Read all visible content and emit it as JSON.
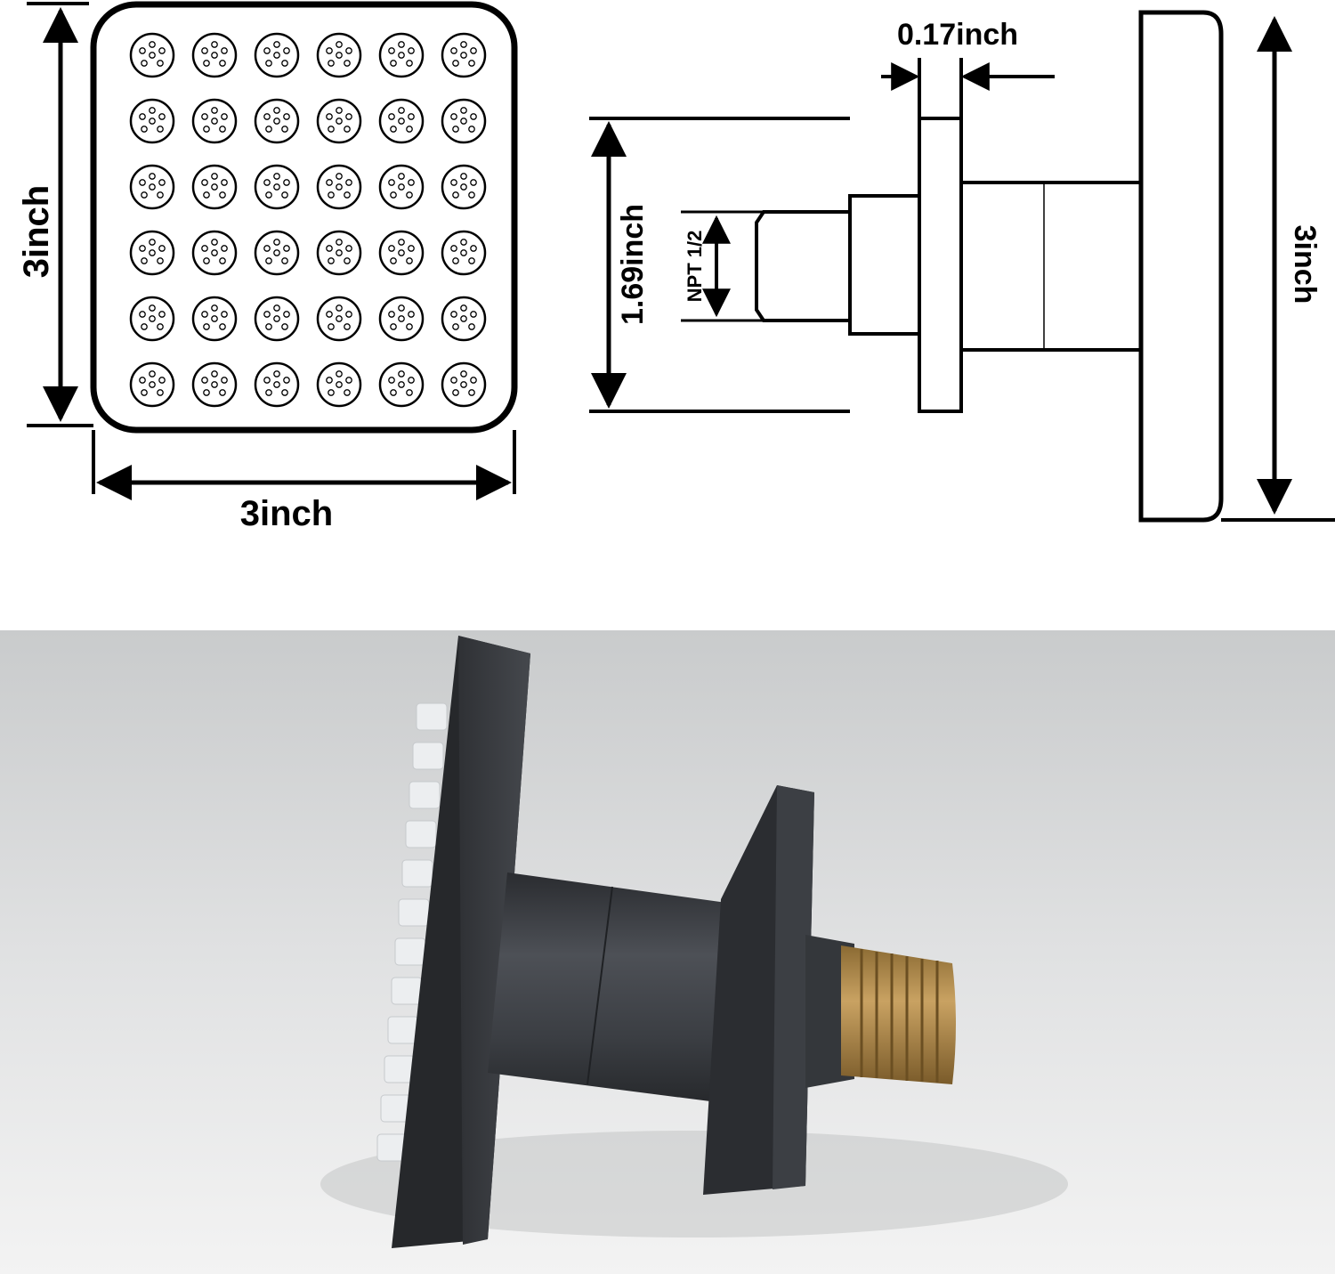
{
  "labels": {
    "front_height": "3inch",
    "front_width": "3inch",
    "flange_thickness": "0.17inch",
    "flange_height": "1.69inch",
    "thread_spec": "NPT 1/2",
    "head_height": "3inch"
  },
  "nozzle_grid": {
    "rows": 6,
    "cols": 6
  },
  "colors": {
    "line": "#000000",
    "body": "#3a3d42",
    "brass": "#b08a4a",
    "nozzle": "#e8eaed",
    "background_render": "#cfd1d2"
  }
}
